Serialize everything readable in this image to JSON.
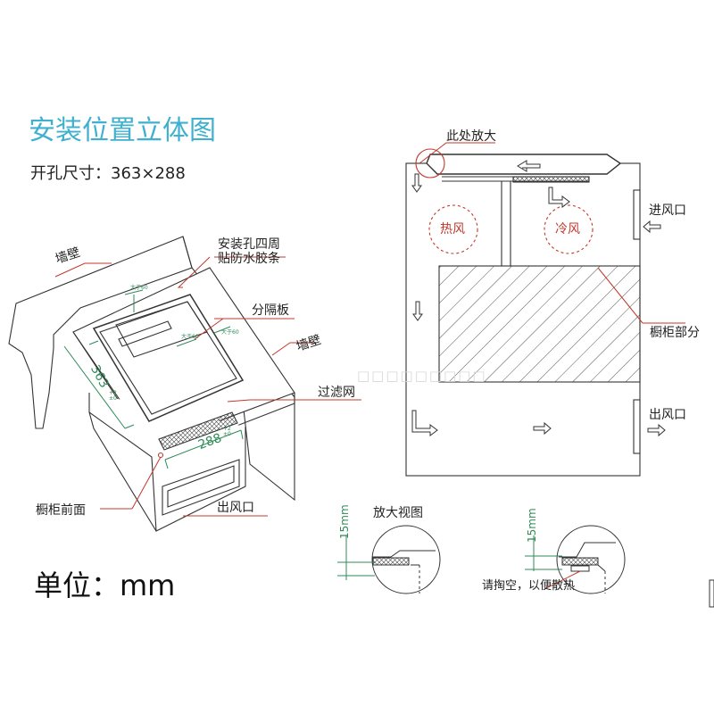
{
  "title": "安装位置立体图",
  "cutout": "开孔尺寸：363×288",
  "unit": "单位：mm",
  "left_labels": {
    "wall_left": "墙壁",
    "wall_right": "墙壁",
    "tape": "安装孔四周\n贴防水胶条",
    "divider": "分隔板",
    "filter": "过滤网",
    "cabinet_front": "橱柜前面",
    "outlet": "出风口",
    "dim_363": "363",
    "dim_288": "288",
    "dim_tol1": "+2\n±0",
    "dim_tol2": "+2\n±0",
    "gt60_a": "大于60",
    "gt60_b": "大于60",
    "gt60_c": "大于60"
  },
  "right_labels": {
    "enlarge_here": "此处放大",
    "hot_air": "热风",
    "cold_air": "冷风",
    "inlet": "进风口",
    "cabinet_part": "橱柜部分",
    "outlet": "出风口"
  },
  "detail": {
    "title": "放大视图",
    "dim_left": "15mm",
    "dim_right": "15mm",
    "note": "请掏空，以便散热"
  },
  "watermark": "□□□□□□□□□",
  "colors": {
    "title": "#3fb0cf",
    "leader": "#c0392b",
    "dimension": "#2e8b57",
    "line": "#333333"
  }
}
